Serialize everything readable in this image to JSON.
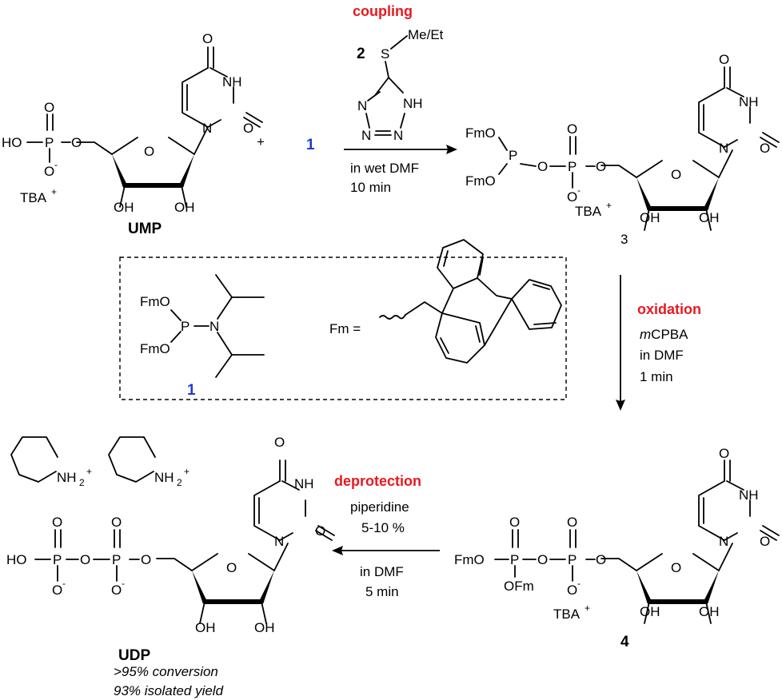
{
  "labels": {
    "coupling": "coupling",
    "oxidation": "oxidation",
    "deprotection": "deprotection",
    "reagent2": "2",
    "reagent1": "1",
    "reagent1_box": "1",
    "compound3": "3",
    "compound4": "4",
    "ump": "UMP",
    "udp": "UDP",
    "plus": "+",
    "fm_eq": "Fm ="
  },
  "conditions": {
    "coupling_1": "in wet DMF",
    "coupling_2": "10 min",
    "oxidation_1_italic": "m",
    "oxidation_1_rest": "CPBA",
    "oxidation_2": "in DMF",
    "oxidation_3": "1 min",
    "deprotection_1": "piperidine",
    "deprotection_2": "5-10 %",
    "deprotection_3": "in DMF",
    "deprotection_4": "5 min"
  },
  "results": {
    "conversion": ">95% conversion",
    "yield": "93% isolated yield"
  },
  "atoms": {
    "O": "O",
    "NH": "NH",
    "N": "N",
    "P": "P",
    "S": "S",
    "HO": "HO",
    "OH": "OH",
    "Ominus": "O",
    "minus": "-",
    "tba": "TBA",
    "plus_sup": "+",
    "FmO": "FmO",
    "OFm": "OFm",
    "MeEt": "Me/Et",
    "NH2": "NH",
    "sub2": "2"
  },
  "colors": {
    "red": "#e8191e",
    "blue": "#1e3cd6",
    "black": "#000000"
  }
}
